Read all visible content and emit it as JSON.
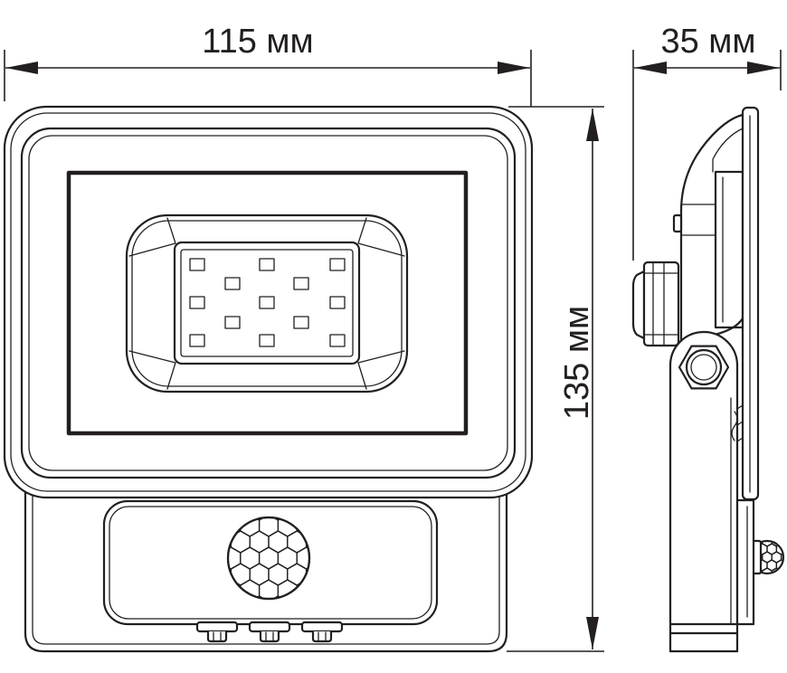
{
  "colors": {
    "line": "#231f20",
    "background": "#ffffff"
  },
  "dimensions": {
    "width": "115 мм",
    "depth": "35 мм",
    "height": "135 мм"
  }
}
